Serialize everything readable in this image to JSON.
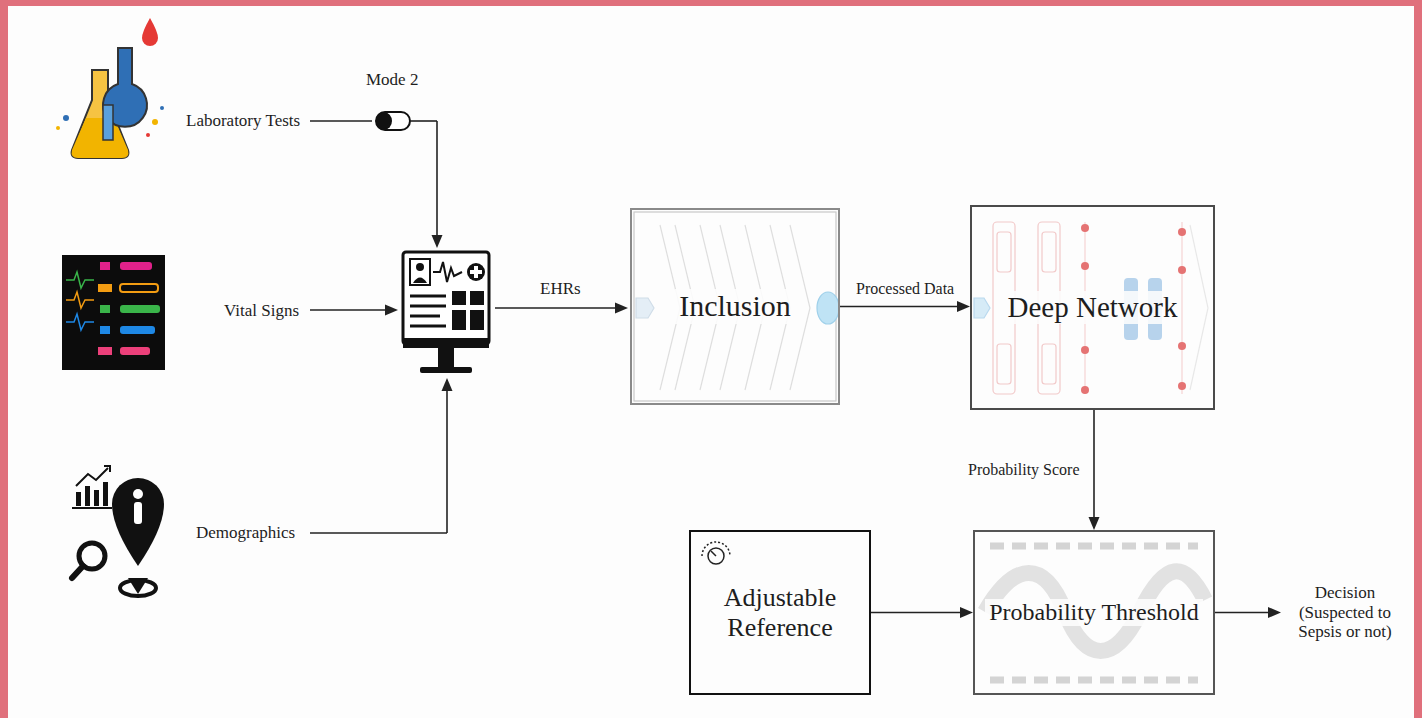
{
  "diagram": {
    "nodes": [
      {
        "text": [
          "Inclusion"
        ]
      },
      {
        "text": [
          "Deep Network"
        ]
      },
      {
        "text": [
          "Adjustable Reference"
        ]
      },
      {
        "text": [
          "Probability Threshold"
        ]
      }
    ],
    "edges": [
      {
        "from": 0,
        "to": 1,
        "label": "Processed Data",
        "arrow": "to"
      },
      {
        "from": 1,
        "to": 3,
        "label": "Probability Score",
        "arrow": "to"
      },
      {
        "from": 2,
        "to": 3,
        "arrow": "to"
      }
    ],
    "labels": [
      "Mode 2",
      "Laboratory Tests",
      "Vital Signs",
      "Demographics",
      "EHRs",
      "Decision (Suspected to Sepsis or not)"
    ]
  }
}
